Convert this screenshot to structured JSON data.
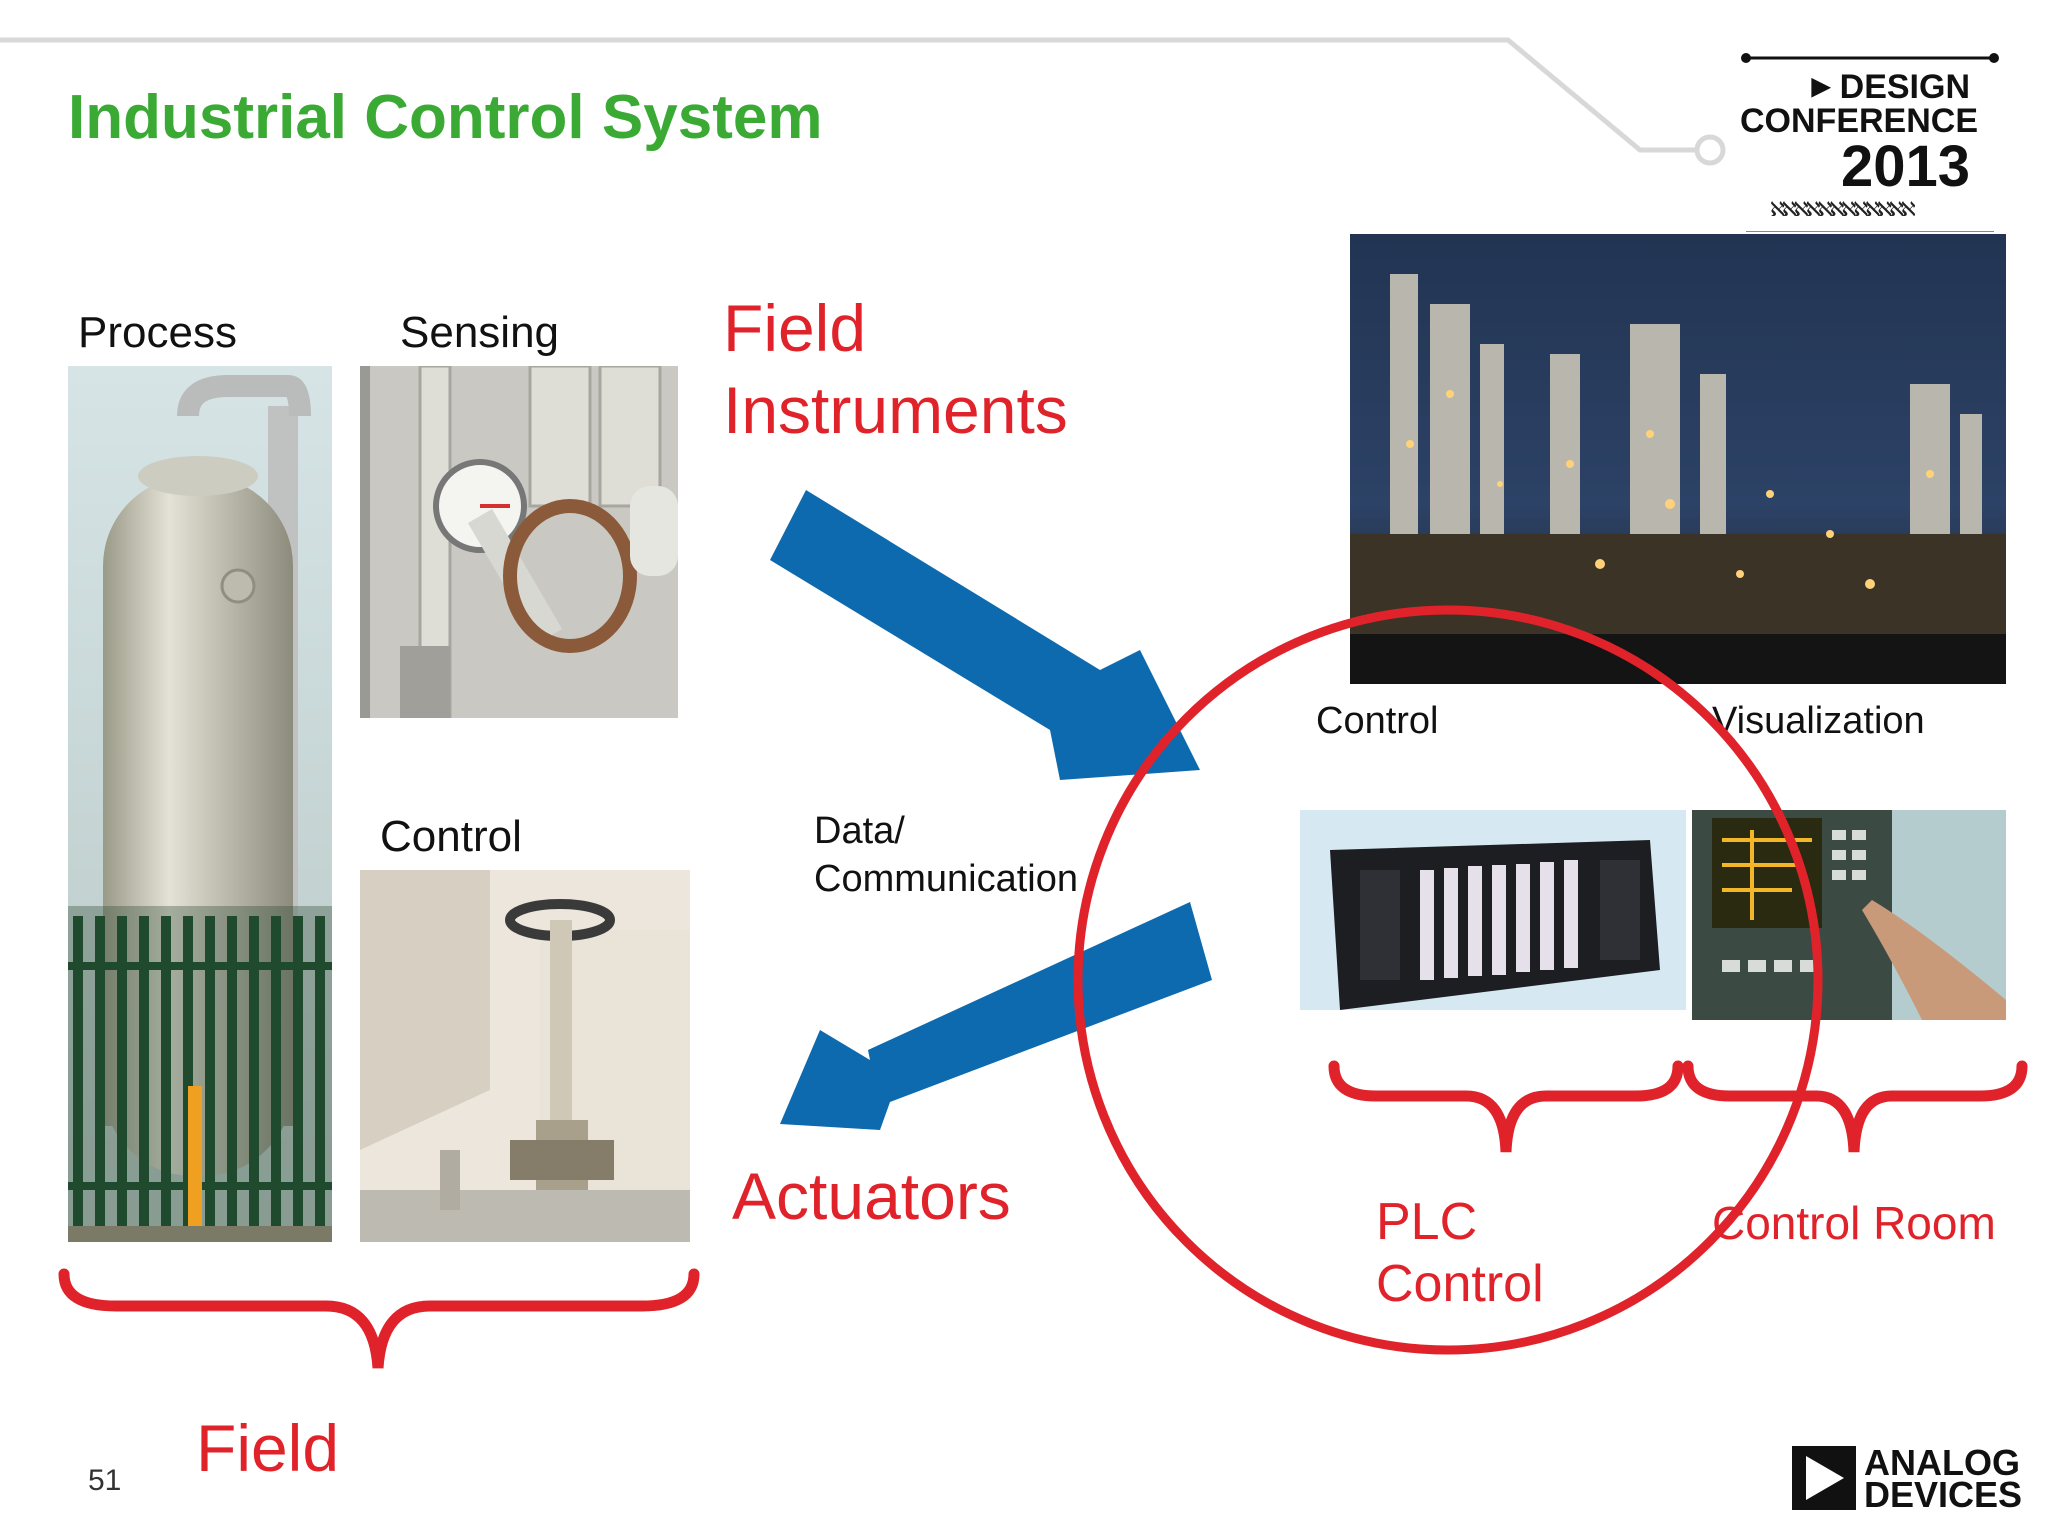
{
  "slide": {
    "title": "Industrial Control System",
    "page_number": "51"
  },
  "conference_logo": {
    "line1": "DESIGN",
    "line2": "CONFERENCE",
    "year": "2013",
    "play_icon": "play-triangle-icon"
  },
  "company_logo": {
    "line1": "ANALOG",
    "line2": "DEVICES",
    "icon": "analog-devices-triangle-icon"
  },
  "labels": {
    "process": "Process",
    "sensing": "Sensing",
    "control_field": "Control",
    "field_instruments_1": "Field",
    "field_instruments_2": "Instruments",
    "data_comm_1": "Data/",
    "data_comm_2": "Communication",
    "actuators": "Actuators",
    "field": "Field",
    "control_right": "Control",
    "visualization": "Visualization",
    "plc_control_1": "PLC",
    "plc_control_2": "Control",
    "control_room": "Control Room"
  },
  "colors": {
    "title_green": "#3aaa35",
    "accent_red": "#e0232a",
    "arrow_blue": "#0e6aae"
  }
}
